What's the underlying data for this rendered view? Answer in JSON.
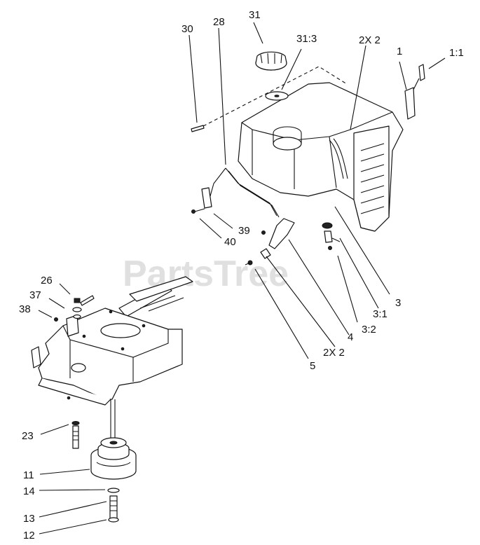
{
  "watermark": "PartsTree",
  "callouts": [
    {
      "id": "c30",
      "text": "30"
    },
    {
      "id": "c28",
      "text": "28"
    },
    {
      "id": "c31",
      "text": "31"
    },
    {
      "id": "c31-3",
      "text": "31:3"
    },
    {
      "id": "c2x2-top",
      "text": "2X 2"
    },
    {
      "id": "c1",
      "text": "1"
    },
    {
      "id": "c1-1",
      "text": "1:1"
    },
    {
      "id": "c39",
      "text": "39"
    },
    {
      "id": "c40",
      "text": "40"
    },
    {
      "id": "c3",
      "text": "3"
    },
    {
      "id": "c3-1",
      "text": "3:1"
    },
    {
      "id": "c3-2",
      "text": "3:2"
    },
    {
      "id": "c4",
      "text": "4"
    },
    {
      "id": "c2x2-bot",
      "text": "2X 2"
    },
    {
      "id": "c5",
      "text": "5"
    },
    {
      "id": "c26",
      "text": "26"
    },
    {
      "id": "c37",
      "text": "37"
    },
    {
      "id": "c38",
      "text": "38"
    },
    {
      "id": "c23",
      "text": "23"
    },
    {
      "id": "c11",
      "text": "11"
    },
    {
      "id": "c14",
      "text": "14"
    },
    {
      "id": "c13",
      "text": "13"
    },
    {
      "id": "c12",
      "text": "12"
    }
  ]
}
